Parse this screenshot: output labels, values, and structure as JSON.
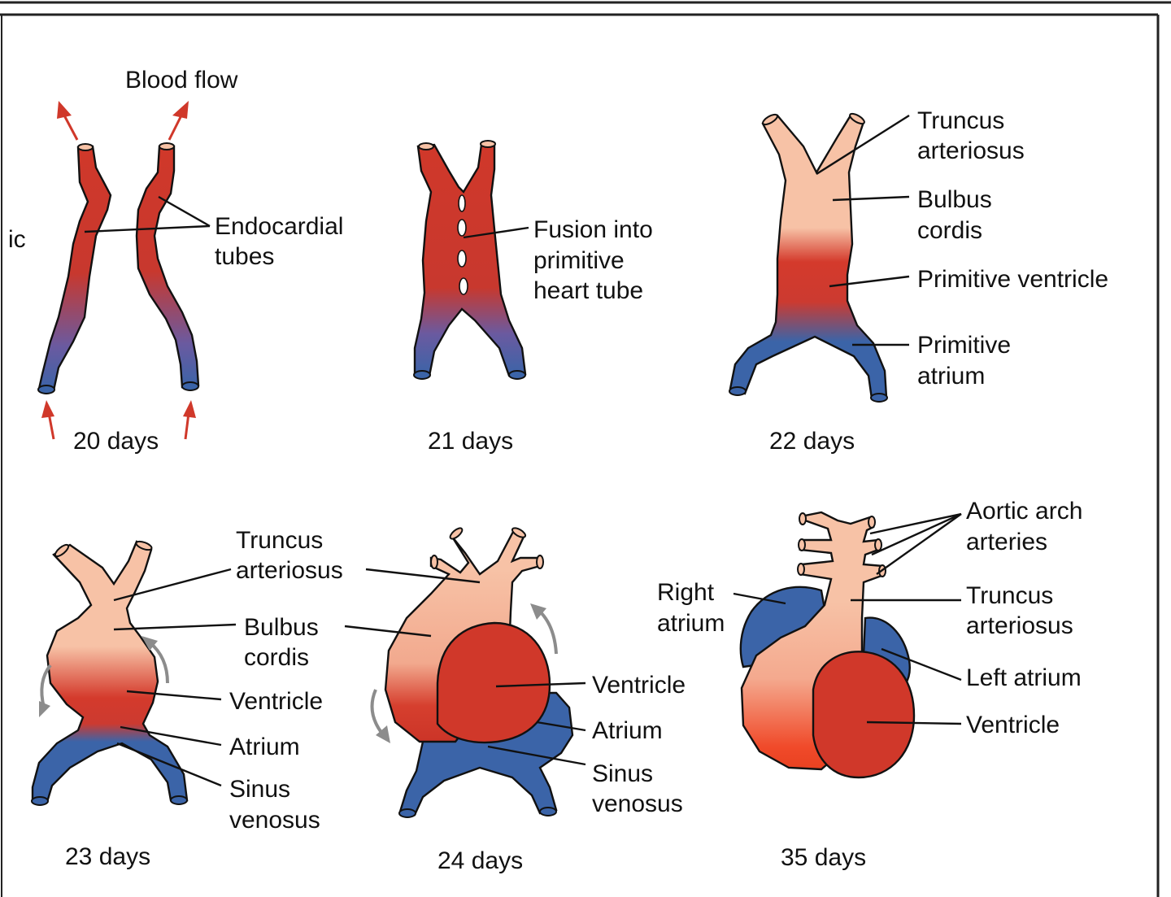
{
  "colors": {
    "oxygenated_red": "#d0382a",
    "arterial_pink": "#f7c2a6",
    "venous_blue": "#3b64a8",
    "arrow_red": "#d0382a",
    "gray_arrow": "#8c8c8c"
  },
  "cut_label": "ic",
  "panels": [
    {
      "stage": "20 days",
      "labels": [
        "Blood flow",
        "Endocardial",
        "tubes"
      ]
    },
    {
      "stage": "21 days",
      "labels": [
        "Fusion into",
        "primitive",
        "heart tube"
      ]
    },
    {
      "stage": "22 days",
      "labels": [
        "Truncus",
        "arteriosus",
        "Bulbus",
        "cordis",
        "Primitive ventricle",
        "Primitive",
        "atrium"
      ]
    },
    {
      "stage": "23 days",
      "labels": [
        "Truncus",
        "arteriosus",
        "Bulbus",
        "cordis",
        "Ventricle",
        "Atrium",
        "Sinus",
        "venosus"
      ]
    },
    {
      "stage": "24 days",
      "labels": [
        "Ventricle",
        "Atrium",
        "Sinus",
        "venosus"
      ]
    },
    {
      "stage": "35 days",
      "labels": [
        "Aortic arch",
        "arteries",
        "Right",
        "atrium",
        "Truncus",
        "arteriosus",
        "Left atrium",
        "Ventricle"
      ]
    }
  ]
}
